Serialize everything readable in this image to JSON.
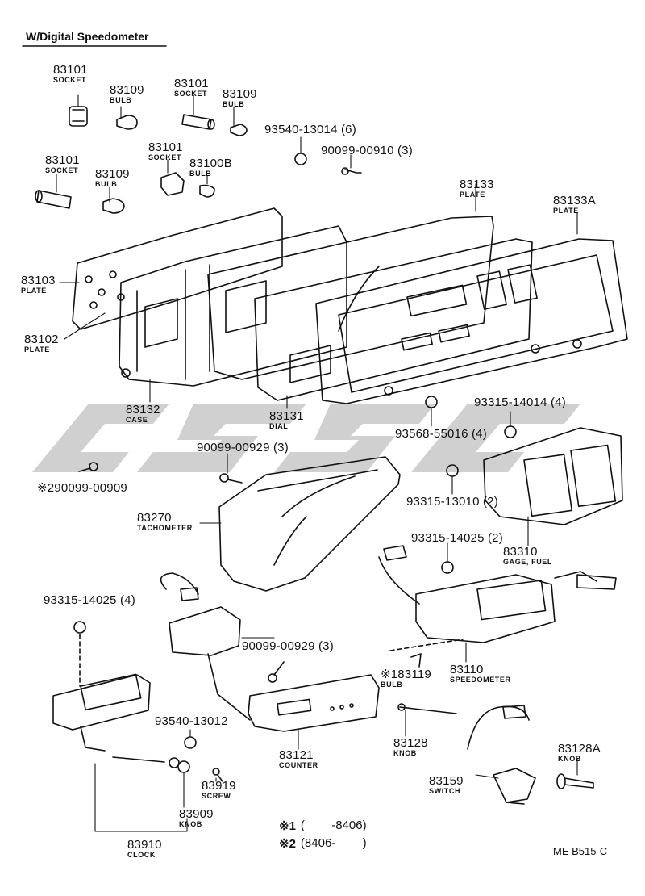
{
  "header": {
    "title": "W/Digital Speedometer"
  },
  "parts": {
    "p83101a": {
      "number": "83101",
      "name": "SOCKET"
    },
    "p83109a": {
      "number": "83109",
      "name": "BULB"
    },
    "p83101b": {
      "number": "83101",
      "name": "SOCKET"
    },
    "p83109b": {
      "number": "83109",
      "name": "BULB"
    },
    "p93540_13014": {
      "number": "93540-13014 (6)"
    },
    "p90099_00910": {
      "number": "90099-00910 (3)"
    },
    "p83101c": {
      "number": "83101",
      "name": "SOCKET"
    },
    "p83109c": {
      "number": "83109",
      "name": "BULB"
    },
    "p83101d": {
      "number": "83101",
      "name": "SOCKET"
    },
    "p83100b": {
      "number": "83100B",
      "name": "BULB"
    },
    "p83133": {
      "number": "83133",
      "name": "PLATE"
    },
    "p83133a": {
      "number": "83133A",
      "name": "PLATE"
    },
    "p83103": {
      "number": "83103",
      "name": "PLATE"
    },
    "p83102": {
      "number": "83102",
      "name": "PLATE"
    },
    "p83132": {
      "number": "83132",
      "name": "CASE"
    },
    "p83131": {
      "number": "83131",
      "name": "DIAL"
    },
    "p93568_55016": {
      "number": "93568-55016 (4)"
    },
    "p93315_14014": {
      "number": "93315-14014 (4)"
    },
    "p90099_00929a": {
      "number": "90099-00929 (3)"
    },
    "p90099_00909": {
      "number": "※290099-00909"
    },
    "p93315_13010": {
      "number": "93315-13010 (2)"
    },
    "p83270": {
      "number": "83270",
      "name": "TACHOMETER"
    },
    "p83310": {
      "number": "83310",
      "name": "GAGE, FUEL"
    },
    "p93315_14025b": {
      "number": "93315-14025 (2)"
    },
    "p93315_14025a": {
      "number": "93315-14025 (4)"
    },
    "p90099_00929b": {
      "number": "90099-00929 (3)"
    },
    "p83119": {
      "number": "※183119",
      "name": "BULB"
    },
    "p83110": {
      "number": "83110",
      "name": "SPEEDOMETER"
    },
    "p93540_13012": {
      "number": "93540-13012"
    },
    "p83121": {
      "number": "83121",
      "name": "COUNTER"
    },
    "p83128": {
      "number": "83128",
      "name": "KNOB"
    },
    "p83128a": {
      "number": "83128A",
      "name": "KNOB"
    },
    "p83159": {
      "number": "83159",
      "name": "SWITCH"
    },
    "p83919": {
      "number": "83919",
      "name": "SCREW"
    },
    "p83909": {
      "number": "83909",
      "name": "KNOB"
    },
    "p83910": {
      "number": "83910",
      "name": "CLOCK"
    }
  },
  "legend": [
    {
      "mark": "※1",
      "range": "(        -8406)"
    },
    {
      "mark": "※2",
      "range": "(8406-        )"
    }
  ],
  "code": "ME B515-C",
  "watermark": {
    "color": "#c8c8c8"
  },
  "colors": {
    "ink": "#111111",
    "paper": "#ffffff"
  }
}
